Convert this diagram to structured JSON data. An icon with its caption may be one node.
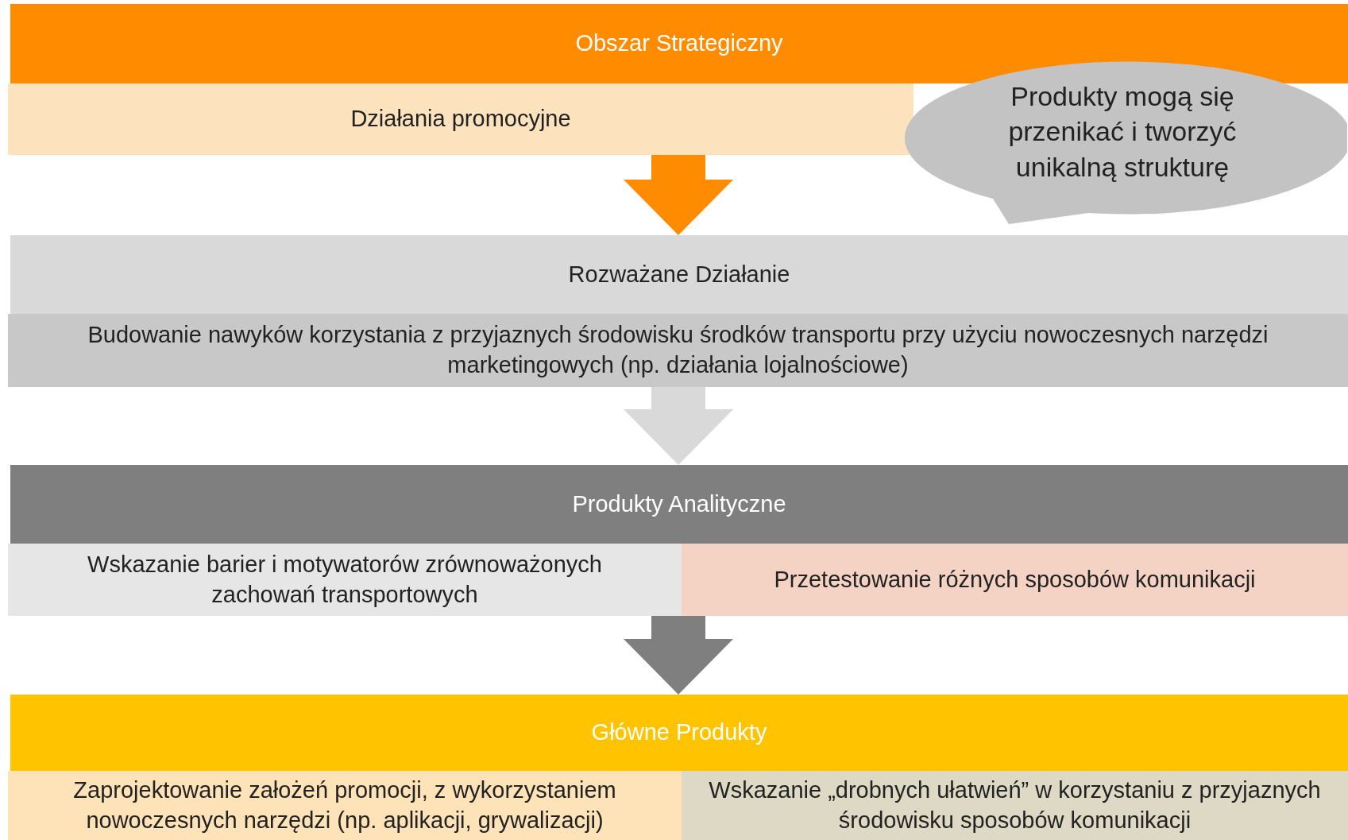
{
  "diagram": {
    "nodes": [
      {
        "text": [
          "Obszar Strategiczny"
        ]
      },
      {
        "text": [
          "Działania promocyjne"
        ]
      },
      {
        "text": [
          "Rozważane Działanie"
        ]
      },
      {
        "text": [
          "Budowanie nawyków korzystania z przyjaznych środowisku środków transportu przy użyciu nowoczesnych narzędzi marketingowych (np. działania lojalnościowe)"
        ]
      },
      {
        "text": [
          "Produkty Analityczne"
        ]
      },
      {
        "text": [
          "Wskazanie barier i motywatorów zrównoważonych zachowań transportowych"
        ]
      },
      {
        "text": [
          "Przetestowanie różnych sposobów komunikacji"
        ]
      },
      {
        "text": [
          "Główne Produkty"
        ]
      },
      {
        "text": [
          "Zaprojektowanie założeń promocji, z wykorzystaniem nowoczesnych narzędzi (np. aplikacji, grywalizacji)"
        ]
      },
      {
        "text": [
          "Wskazanie „drobnych ułatwień” w korzystaniu z przyjaznych środowisku sposobów komunikacji"
        ]
      },
      {
        "text": [
          "Produkty mogą się przenikać i tworzyć unikalną strukturę"
        ]
      }
    ],
    "edges": [
      {
        "from": 1,
        "to": 2,
        "arrow": "to",
        "color": "#ff8c00"
      },
      {
        "from": 3,
        "to": 4,
        "arrow": "to",
        "color": "#d9d9d9"
      },
      {
        "from": 5,
        "to": 7,
        "arrow": "to",
        "color": "#7f7f7f"
      },
      {
        "from": 6,
        "to": 7,
        "arrow": "to",
        "color": "#7f7f7f"
      }
    ]
  }
}
